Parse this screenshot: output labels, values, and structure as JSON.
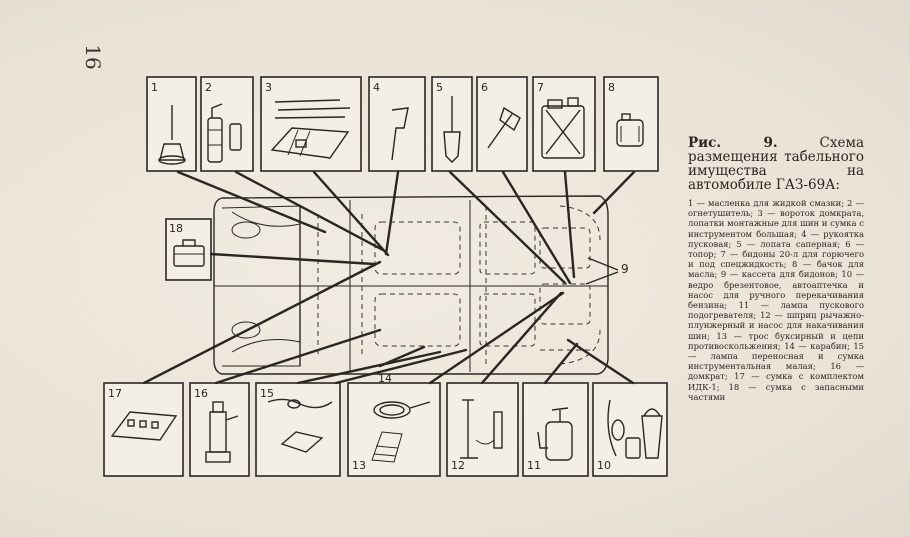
{
  "page_number": "16",
  "caption": {
    "label": "Рис. 9.",
    "title": "Схема размещения табельного имущества на автомобиле ГАЗ-69А:",
    "legend": "1 — масленка для жидкой смазки; 2 — огнетушитель; 3 — вороток домкрата, лопатки монтажные для шин и сумка с инструментом большая; 4 — рукоятка пусковая; 5 — лопата саперная; 6 — топор; 7 — бидоны 20-л для горючего и под спецжидкость; 8 — бачок для масла; 9 — кассета для бидонов; 10 — ведро брезентовое, автоаптечка и насос для ручного перекачивания бензина; 11 — лампа пускового подогревателя; 12 — шприц рычажно-плунжерный и насос для накачивания шин; 13 — трос буксирный и цепи противоскольжения; 14 — карабин; 15 — лампа переносная и сумка инструментальная малая; 16 — домкрат; 17 — сумка с комплектом ИДК-1; 18 — сумка с запасными частями"
  },
  "figure": {
    "top_labels": [
      "1",
      "2",
      "3",
      "4",
      "5",
      "6",
      "7",
      "8"
    ],
    "bottom_labels": [
      "17",
      "16",
      "15",
      "13",
      "12",
      "11",
      "10"
    ],
    "side_label": "18",
    "callout_9": "9",
    "callout_14": "14"
  },
  "icons": [
    "oil-can-icon",
    "fire-extinguisher-icon",
    "tool-bag-icon",
    "crank-handle-icon",
    "shovel-icon",
    "axe-icon",
    "jerrycan-icon",
    "oil-tank-icon",
    "spare-parts-bag-icon",
    "first-aid-bag-icon",
    "jack-icon",
    "lamp-icon",
    "tow-rope-icon",
    "pump-icon",
    "blowtorch-icon",
    "bucket-icon"
  ]
}
